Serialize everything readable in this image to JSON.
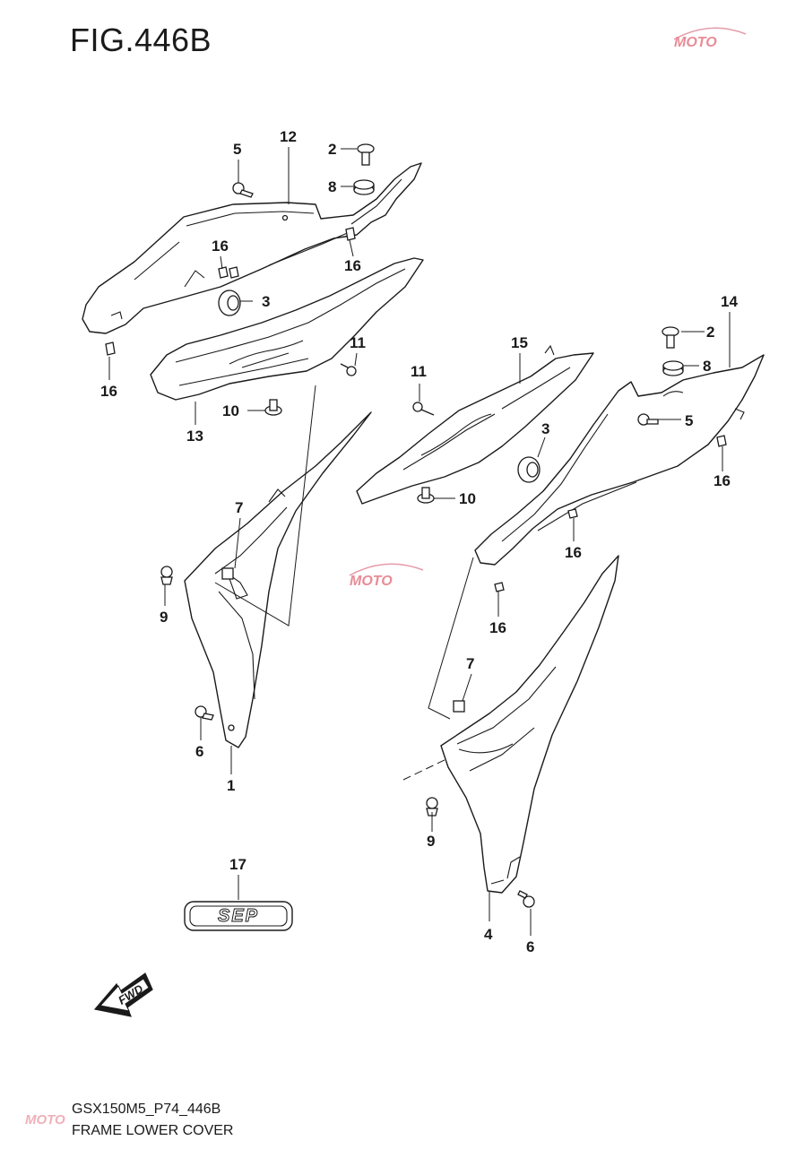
{
  "title": "FIG.446B",
  "watermark": "MOTO",
  "footer": {
    "code": "GSX150M5_P74_446B",
    "name": "FRAME LOWER COVER"
  },
  "emblem_text": "SEP",
  "fwd_text": "FWD",
  "callouts": [
    {
      "id": "c12a",
      "label": "12"
    },
    {
      "id": "c5a",
      "label": "5"
    },
    {
      "id": "c2a",
      "label": "2"
    },
    {
      "id": "c8a",
      "label": "8"
    },
    {
      "id": "c16a",
      "label": "16"
    },
    {
      "id": "c16b",
      "label": "16"
    },
    {
      "id": "c3a",
      "label": "3"
    },
    {
      "id": "c16c",
      "label": "16"
    },
    {
      "id": "c11a",
      "label": "11"
    },
    {
      "id": "c10a",
      "label": "10"
    },
    {
      "id": "c13",
      "label": "13"
    },
    {
      "id": "c7a",
      "label": "7"
    },
    {
      "id": "c9a",
      "label": "9"
    },
    {
      "id": "c6a",
      "label": "6"
    },
    {
      "id": "c1",
      "label": "1"
    },
    {
      "id": "c14",
      "label": "14"
    },
    {
      "id": "c2b",
      "label": "2"
    },
    {
      "id": "c8b",
      "label": "8"
    },
    {
      "id": "c15",
      "label": "15"
    },
    {
      "id": "c11b",
      "label": "11"
    },
    {
      "id": "c5b",
      "label": "5"
    },
    {
      "id": "c3b",
      "label": "3"
    },
    {
      "id": "c16d",
      "label": "16"
    },
    {
      "id": "c10b",
      "label": "10"
    },
    {
      "id": "c16e",
      "label": "16"
    },
    {
      "id": "c16f",
      "label": "16"
    },
    {
      "id": "c7b",
      "label": "7"
    },
    {
      "id": "c9b",
      "label": "9"
    },
    {
      "id": "c4",
      "label": "4"
    },
    {
      "id": "c6b",
      "label": "6"
    },
    {
      "id": "c17",
      "label": "17"
    }
  ]
}
